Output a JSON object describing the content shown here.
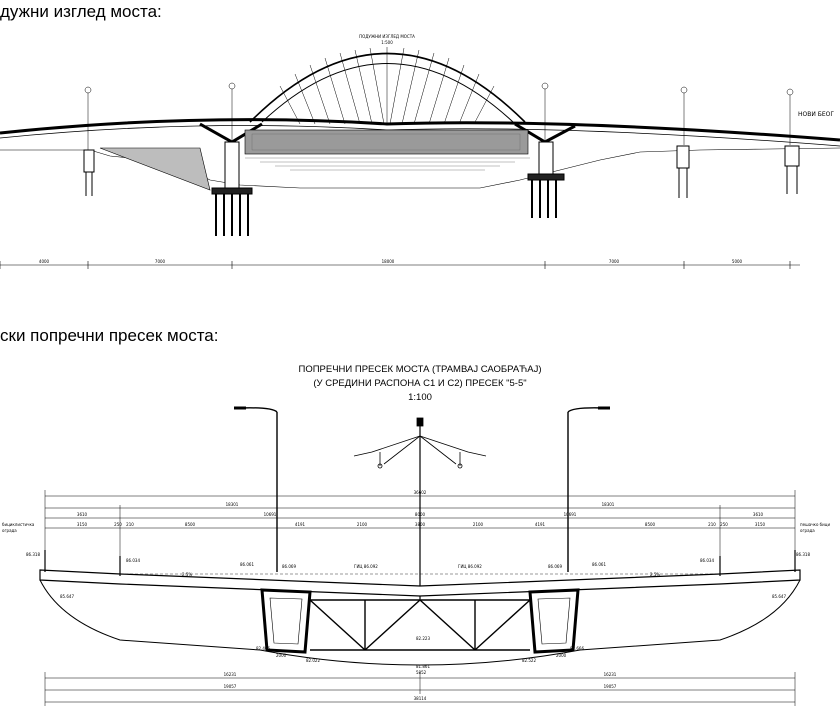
{
  "headings": {
    "longitudinal": "дужни изглед моста:",
    "cross": "ски попречни пресек моста:"
  },
  "top_drawing": {
    "title": "ПОДУЖНИ ИЗГЛЕД МОСТА",
    "scale": "1:500",
    "right_label": "НОВИ БЕОГ",
    "dims": [
      "4000",
      "7000",
      "18000",
      "7000",
      "5000"
    ]
  },
  "bottom_drawing": {
    "title_line1": "ПОПРЕЧНИ ПРЕСЕК МОСТА (ТРАМВАЈ САОБРАЋАЈ)",
    "title_line2": "(У СРЕДИНИ РАСПОНА С1 И С2) ПРЕСЕК \"5-5\"",
    "scale": "1:100",
    "left_label_1": "бициклистичка",
    "left_label_2": "ограда",
    "right_label_1": "пешачко бици",
    "right_label_2": "ограда",
    "dims_total_top": "36602",
    "dims_half_left": "18301",
    "dims_half_right": "18301",
    "dims_row2": [
      "3610",
      "10691",
      "8000",
      "10691",
      "3610"
    ],
    "dims_row3": [
      "3150",
      "250",
      "210",
      "8500",
      "4191",
      "2100",
      "3800",
      "2100",
      "4191",
      "8500",
      "210",
      "250",
      "3150"
    ],
    "elev_left": "86.318",
    "elev_right": "86.318",
    "elev_l2": "86.034",
    "elev_r2": "86.034",
    "elev_gic_l": "ГИЦ 86.092",
    "elev_gic_r": "ГИЦ 86.092",
    "elev_inner_l1": "86.061",
    "elev_inner_l2": "86.069",
    "elev_inner_r1": "86.069",
    "elev_inner_r2": "86.061",
    "slope_left": "2.5%",
    "slope_right": "2.5%",
    "elev_bottom_left": "85.647",
    "elev_bottom_right": "85.647",
    "box_elev_l1": "82.466",
    "box_elev_l2": "82.022",
    "box_elev_r1": "82.522",
    "box_elev_r2": "82.666",
    "center_elev_1": "82.223",
    "center_elev_2": "81.861",
    "box_width_l": "2000",
    "box_width_r": "2000",
    "center_dim": "5852",
    "dims_bottom_row1": [
      "16231",
      "16231"
    ],
    "dims_bottom_row2": [
      "19057",
      "19057"
    ],
    "dims_bottom_total": "38114"
  }
}
